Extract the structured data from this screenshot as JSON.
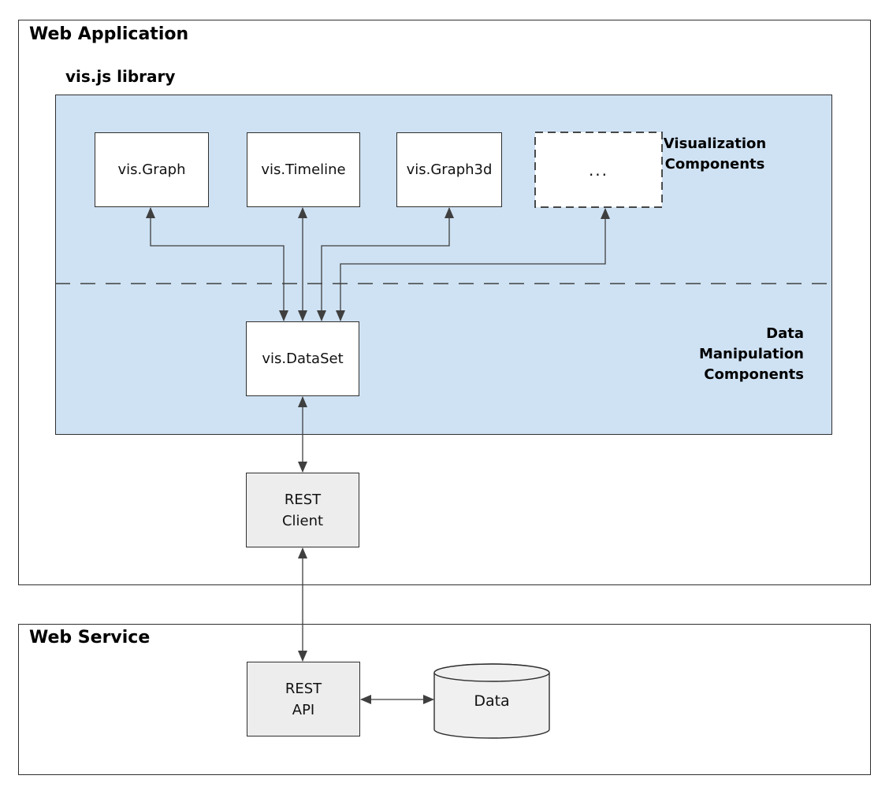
{
  "titles": {
    "web_application": "Web Application",
    "visjs_library": "vis.js library",
    "web_service": "Web Service"
  },
  "section_labels": {
    "visualization": {
      "lines": [
        "Visualization",
        "Components"
      ]
    },
    "data_manipulation": {
      "lines": [
        "Data",
        "Manipulation",
        "Components"
      ]
    }
  },
  "nodes": {
    "vis_graph": {
      "label": "vis.Graph"
    },
    "vis_timeline": {
      "label": "vis.Timeline"
    },
    "vis_graph3d": {
      "label": "vis.Graph3d"
    },
    "more_components": {
      "label": "..."
    },
    "vis_dataset": {
      "label": "vis.DataSet"
    },
    "rest_client": {
      "lines": [
        "REST",
        "Client"
      ]
    },
    "rest_api": {
      "lines": [
        "REST",
        "API"
      ]
    },
    "data_store": {
      "label": "Data"
    }
  },
  "colors": {
    "library_panel_fill": "#cfe2f3",
    "node_fill_white": "#ffffff",
    "node_fill_gray": "#ededed",
    "border": "#2f2f2f",
    "connector": "#3f3f3f",
    "text": "#111111"
  }
}
